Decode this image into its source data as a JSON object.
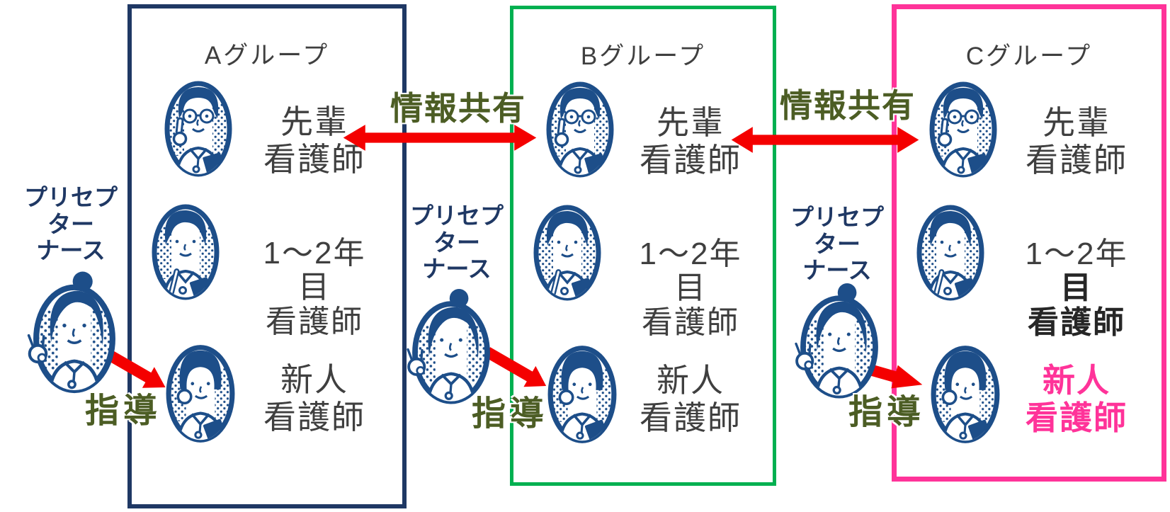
{
  "diagram": {
    "groups": [
      {
        "title": "Aグループ",
        "border_color": "#1f3864",
        "members": [
          {
            "role": "senior-nurse",
            "lines": [
              "先輩",
              "看護師"
            ]
          },
          {
            "role": "junior-nurse",
            "lines": [
              "1～2年",
              "目",
              "看護師"
            ]
          },
          {
            "role": "new-nurse",
            "lines": [
              "新人",
              "看護師"
            ]
          }
        ]
      },
      {
        "title": "Bグループ",
        "border_color": "#00b050",
        "members": [
          {
            "role": "senior-nurse",
            "lines": [
              "先輩",
              "看護師"
            ]
          },
          {
            "role": "junior-nurse",
            "lines": [
              "1～2年",
              "目",
              "看護師"
            ]
          },
          {
            "role": "new-nurse",
            "lines": [
              "新人",
              "看護師"
            ]
          }
        ]
      },
      {
        "title": "Cグループ",
        "border_color": "#ff3399",
        "members": [
          {
            "role": "senior-nurse",
            "lines": [
              "先輩",
              "看護師"
            ]
          },
          {
            "role": "junior-nurse",
            "lines": [
              "1～2年",
              "目",
              "看護師"
            ]
          },
          {
            "role": "new-nurse",
            "lines": [
              "新人",
              "看護師"
            ]
          }
        ]
      }
    ],
    "preceptors": [
      {
        "label_lines": [
          "プリセプ",
          "ター",
          "ナース"
        ],
        "arrow_label": "指導"
      },
      {
        "label_lines": [
          "プリセプ",
          "ター",
          "ナース"
        ],
        "arrow_label": "指導"
      },
      {
        "label_lines": [
          "プリセプ",
          "ター",
          "ナース"
        ],
        "arrow_label": "指導"
      }
    ],
    "share_links": [
      {
        "label": "情報共有"
      },
      {
        "label": "情報共有"
      }
    ],
    "colors": {
      "navy": "#1f3864",
      "icon_navy": "#1d4e89",
      "green": "#00b050",
      "pink": "#ff3399",
      "red": "#f40000",
      "olive": "#4c5d24",
      "gray_text": "#3f3f3f",
      "black_text": "#262626"
    }
  }
}
